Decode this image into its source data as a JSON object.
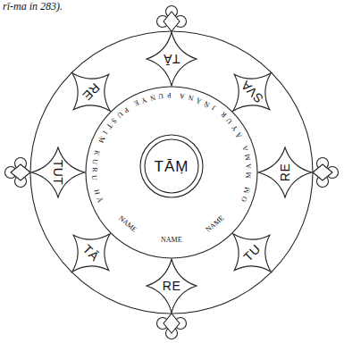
{
  "diagram": {
    "nodes": [
      {
        "text": [
          "TĀ"
        ]
      },
      {
        "text": [
          "SVA"
        ]
      },
      {
        "text": [
          "RE"
        ]
      },
      {
        "text": [
          "TU"
        ]
      },
      {
        "text": [
          "RE"
        ]
      },
      {
        "text": [
          "TĀ"
        ]
      },
      {
        "text": [
          "TUT"
        ]
      },
      {
        "text": [
          "RE"
        ]
      },
      {
        "text": [
          "OṂ MAMA ĀYUR JÑĀNA PUṆYE PUṢṬIṂ KURU HĀ",
          "NAME",
          "NAME",
          "NAME"
        ]
      },
      {
        "text": [
          "TĀṂ"
        ],
        "in": 8
      }
    ],
    "labels": [
      "rī-ma in 283)."
    ]
  }
}
